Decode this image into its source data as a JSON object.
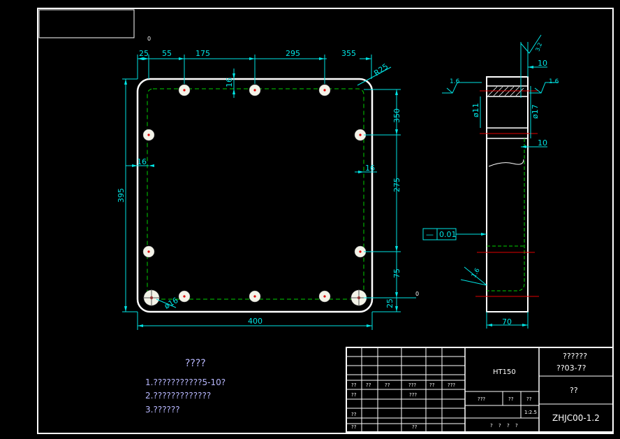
{
  "drawing": {
    "dims_top": [
      "25",
      "55",
      "175",
      "295",
      "355"
    ],
    "radius_label": "R25",
    "dim_16_top": "16",
    "dim_16_left": "16",
    "dim_16_right": "16",
    "dim_350": "350",
    "dim_275": "275",
    "dim_75": "75",
    "dim_25": "25",
    "dim_395": "395",
    "dim_400": "400",
    "hole_dia": "ø16",
    "origin_zero_top": "0",
    "origin_zero_right": "0"
  },
  "side_view": {
    "roughness_top": "3.2",
    "dim_10_top": "10",
    "dim_10_mid": "10",
    "dim_70": "70",
    "dia_11": "ø11",
    "dia_17": "ø17",
    "rough_left": "1.6",
    "rough_right": "1.6",
    "rough_bottom": "1.6",
    "flatness_symbol": "—",
    "flatness_value": "0.01"
  },
  "notes": {
    "title": "????",
    "lines": [
      "1.???????????5-10?",
      "2.?????????????",
      "3.??????"
    ]
  },
  "title_block": {
    "material": "HT150",
    "school": "??????",
    "class": "??03-7?",
    "name": "??",
    "drawing_no": "ZHJC00-1.2",
    "scale": "1:2.5",
    "small_row1": [
      "??",
      "??",
      "??",
      "???",
      "??",
      "???"
    ],
    "small_row2_a": "??",
    "small_row2_b": "???",
    "small_row3": "??",
    "small_row4_a": "??",
    "small_row4_b": "??",
    "right_row1": [
      "???",
      "??",
      "??"
    ],
    "right_row2": [
      "?",
      "?",
      "?",
      "?"
    ]
  }
}
